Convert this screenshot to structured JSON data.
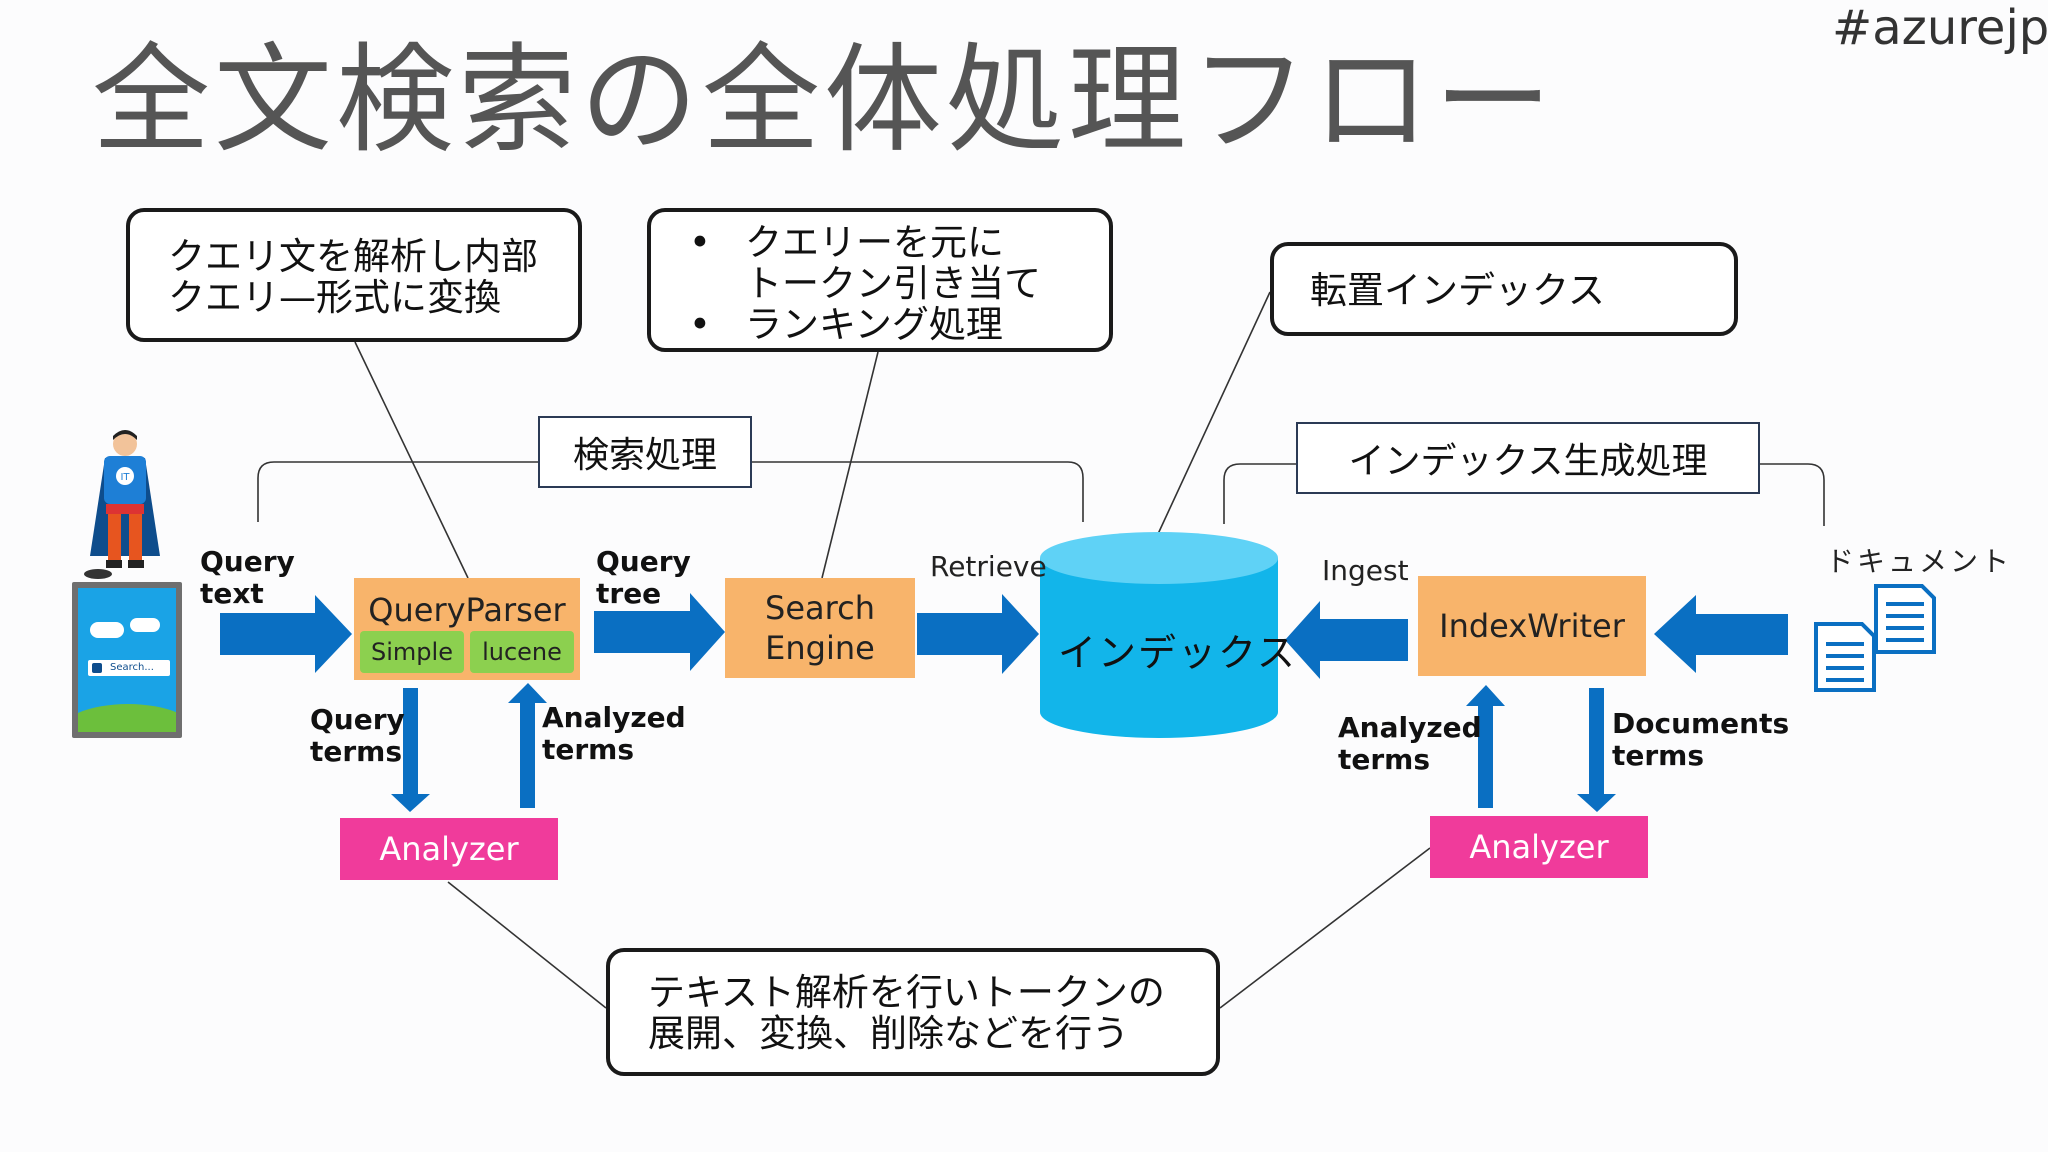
{
  "slide": {
    "title": "全文検索の全体処理フロー",
    "hashtag": "#azurejp"
  },
  "callouts": {
    "query_parse": [
      "クエリ文を解析し内部",
      "クエリ—形式に変換"
    ],
    "search_engine": [
      "クエリーを元に",
      "トークン引き当て",
      "ランキング処理"
    ],
    "inverted_index": "転置インデックス",
    "text_analysis": [
      "テキスト解析を行いトークンの",
      "展開、変換、削除などを行う"
    ]
  },
  "sections": {
    "search": "検索処理",
    "index_build": "インデックス生成処理"
  },
  "components": {
    "query_parser": "QueryParser",
    "parser_simple": "Simple",
    "parser_lucene": "lucene",
    "search_engine": [
      "Search",
      "Engine"
    ],
    "index": "インデックス",
    "index_writer": "IndexWriter",
    "analyzer_left": "Analyzer",
    "analyzer_right": "Analyzer"
  },
  "flow_labels": {
    "query_text": [
      "Query",
      "text"
    ],
    "query_tree": [
      "Query",
      "tree"
    ],
    "retrieve": "Retrieve",
    "ingest": "Ingest",
    "query_terms": [
      "Query",
      "terms"
    ],
    "analyzed_terms_left": [
      "Analyzed",
      "terms"
    ],
    "analyzed_terms_right": [
      "Analyzed",
      "terms"
    ],
    "documents_terms": [
      "Documents",
      "terms"
    ],
    "documents": "ドキュメント"
  },
  "device": {
    "search_placeholder": "Search..."
  },
  "colors": {
    "arrow_blue": "#0a6fc2",
    "component_orange": "#f8b46b",
    "parser_green": "#8cd04f",
    "analyzer_pink": "#f03b9b",
    "index_cyan": "#12b5ea",
    "title_gray": "#555555"
  },
  "icons": {
    "user": "superhero-user-icon",
    "device": "tablet-search-icon",
    "documents": "documents-icon"
  }
}
